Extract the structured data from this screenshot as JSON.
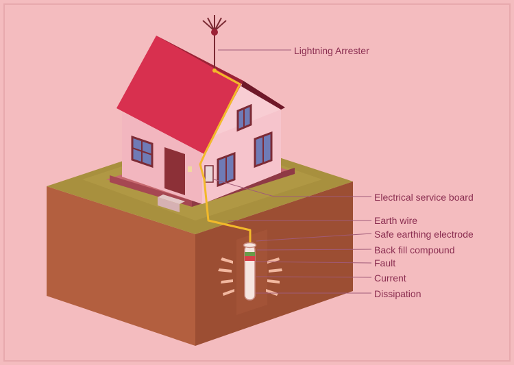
{
  "diagram": {
    "labels": {
      "lightning_arrester": "Lightning Arrester",
      "electrical_service_board": "Electrical service board",
      "earth_wire": "Earth wire",
      "safe_earthing_electrode": "Safe earthing electrode",
      "back_fill_compound": "Back fill compound",
      "fault": "Fault",
      "current": "Current",
      "dissipation": "Dissipation"
    },
    "colors": {
      "background": "#f4bcbf",
      "label_text": "#8a2d50",
      "roof": "#d8304f",
      "wall": "#f0b2bb",
      "grass": "#a8903e",
      "soil": "#b3603f",
      "wire": "#f2b92a"
    }
  }
}
